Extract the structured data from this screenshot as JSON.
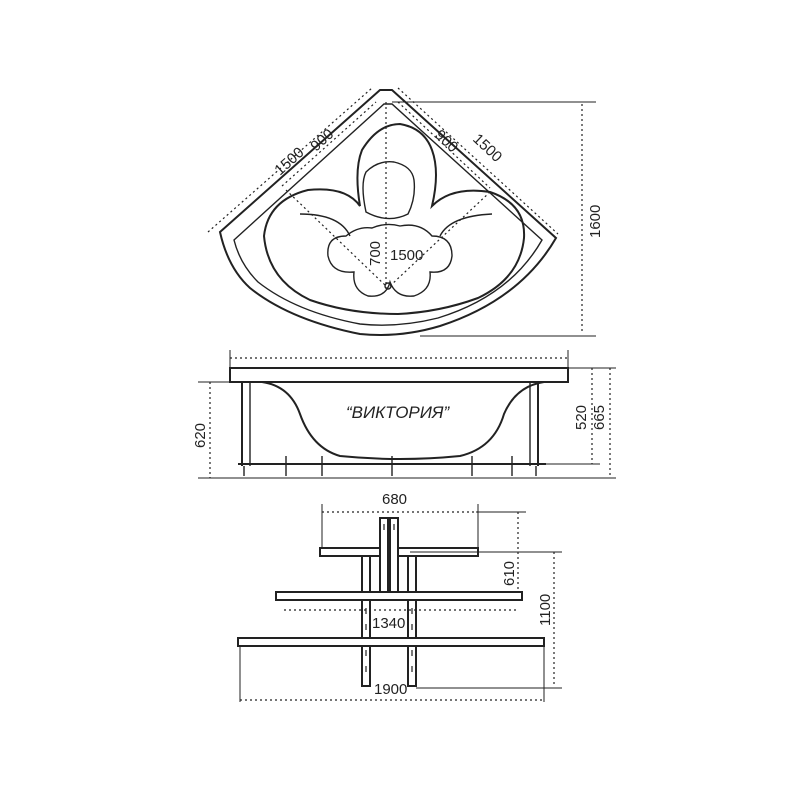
{
  "model_name": "“ВИКТОРИЯ”",
  "top_view": {
    "dim_left_outer": "1500",
    "dim_left_inner": "900",
    "dim_right_inner": "900",
    "dim_right_outer": "1500",
    "dim_depth": "700",
    "dim_inner_span": "1500",
    "dim_height": "1600"
  },
  "side_view": {
    "dim_height_left": "620",
    "dim_height_inner": "520",
    "dim_height_total": "665"
  },
  "frame_view": {
    "dim_top_width": "680",
    "dim_top_depth": "610",
    "dim_mid_width": "1340",
    "dim_total_depth": "1100",
    "dim_bottom_width": "1900"
  }
}
